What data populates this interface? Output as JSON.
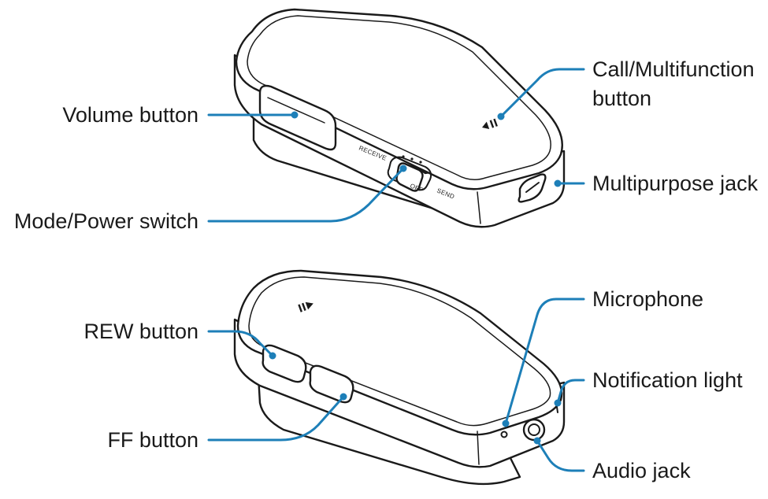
{
  "labels": {
    "volume": "Volume button",
    "call_line1": "Call/Multifunction",
    "call_line2": "button",
    "mode": "Mode/Power switch",
    "mpjack": "Multipurpose jack",
    "rew": "REW button",
    "ff": "FF button",
    "mic": "Microphone",
    "notif": "Notification light",
    "audio": "Audio jack"
  },
  "switch_text": {
    "receive": "RECEIVE",
    "off": "OFF",
    "send": "SEND"
  },
  "colors": {
    "callout": "#1d7fb8",
    "outline": "#1a1a1a"
  }
}
